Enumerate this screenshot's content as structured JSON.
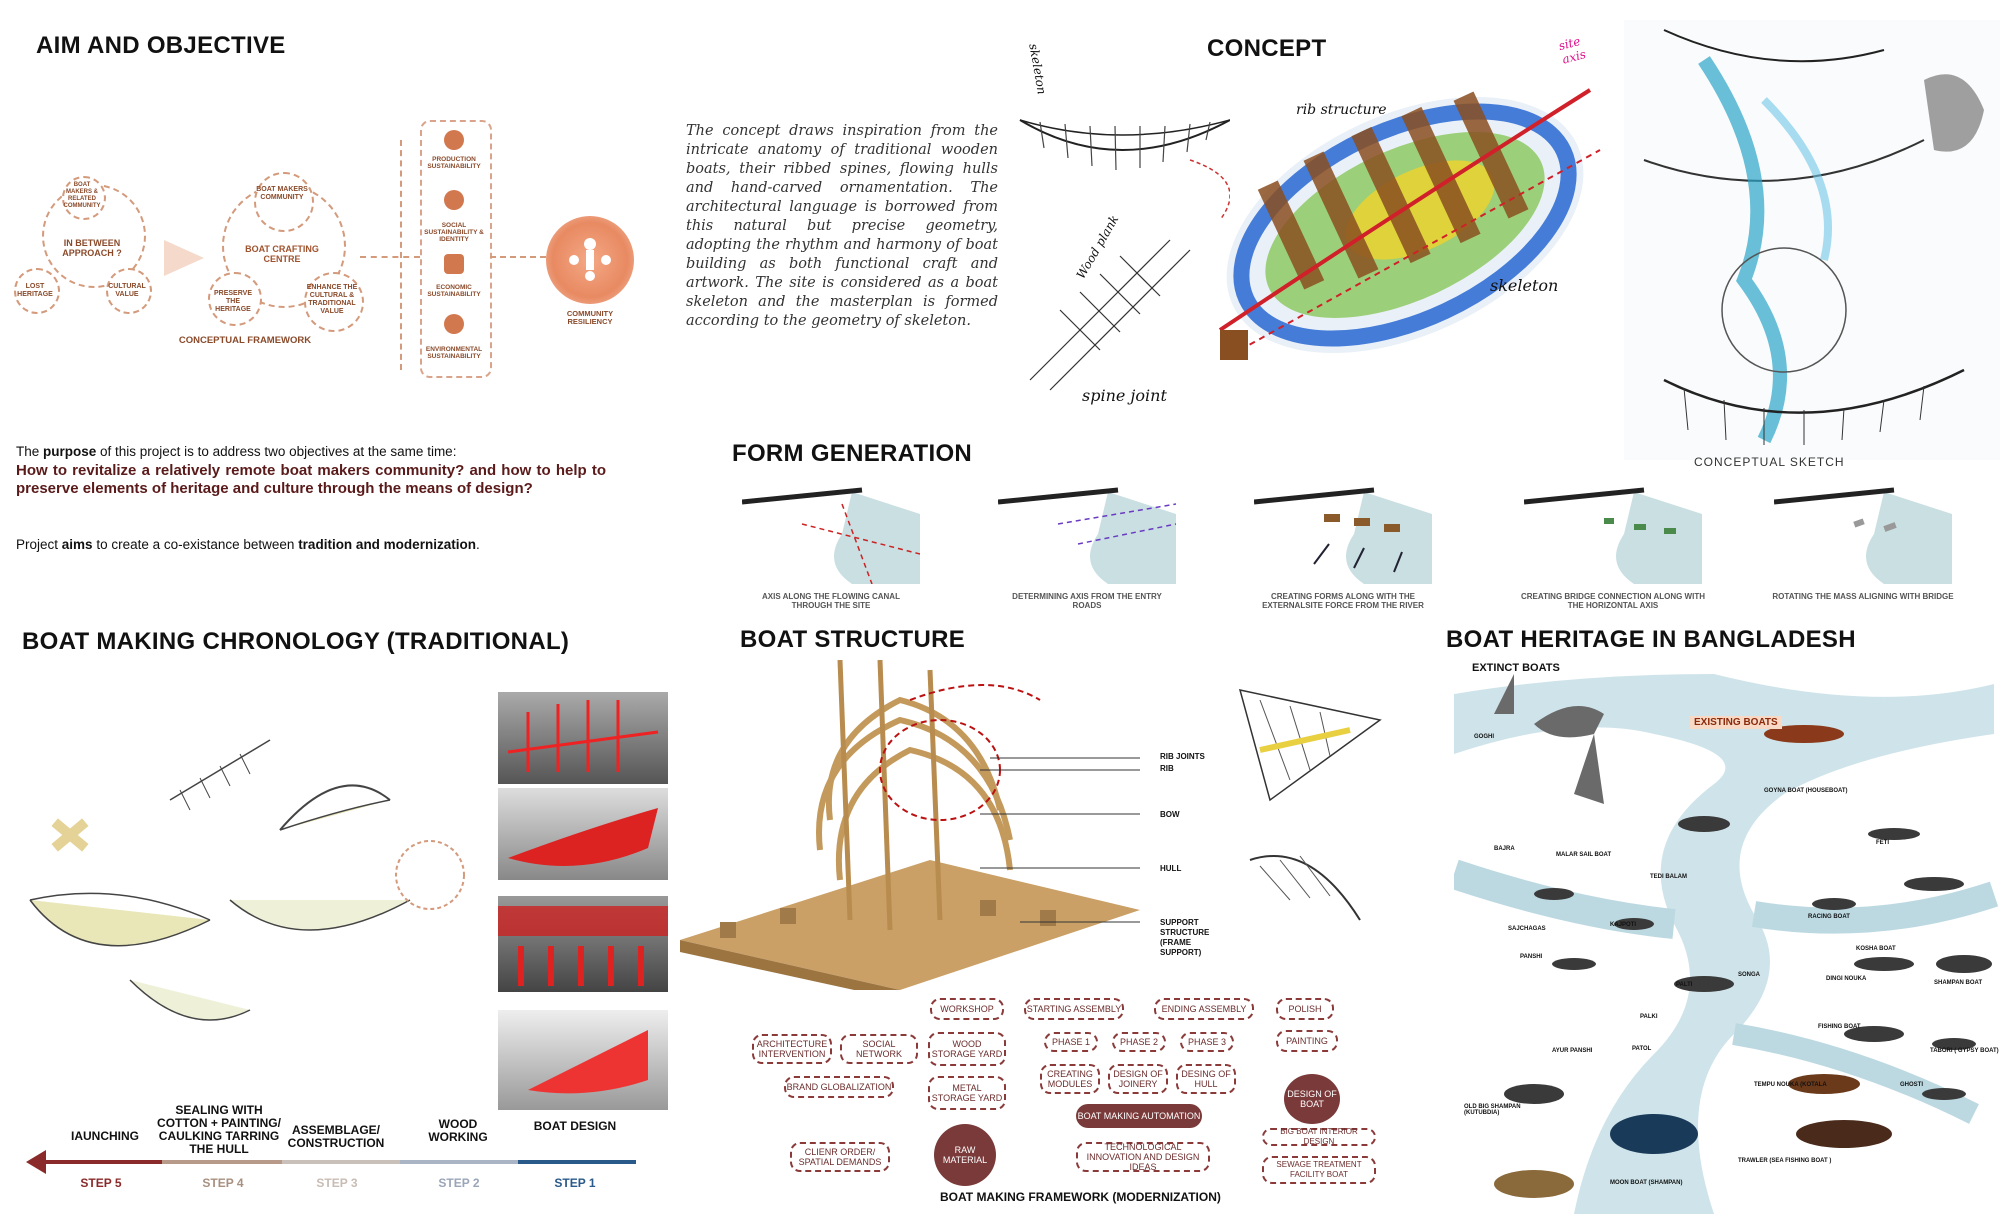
{
  "aim": {
    "title": "AIM AND OBJECTIVE",
    "framework_label": "CONCEPTUAL FRAMEWORK",
    "circle1": {
      "top": "BOAT MAKERS & RELATED COMMUNITY",
      "center": "IN BETWEEN APPROACH ?",
      "left": "LOST HERITAGE",
      "right": "CULTURAL VALUE"
    },
    "circle2": {
      "top": "BOAT MAKERS COMMUNITY",
      "center": "BOAT CRAFTING CENTRE",
      "left": "PRESERVE THE HERITAGE",
      "right": "ENHANCE THE CULTURAL & TRADITIONAL VALUE"
    },
    "goals": [
      "PRODUCTION SUSTAINABILITY",
      "SOCIAL SUSTAINABILITY & IDENTITY",
      "ECONOMIC SUSTAINABILITY",
      "ENVIRONMENTAL SUSTAINABILITY"
    ],
    "resiliency": "COMMUNITY RESILIENCY",
    "purpose_pre": "The ",
    "purpose_bold": "purpose",
    "purpose_post": " of this project is to address two objectives at the same time:",
    "question": "How to revitalize a relatively remote boat makers community? and how to help to preserve elements of heritage and culture through the means of design?",
    "aims_pre": "Project ",
    "aims_bold": "aims",
    "aims_mid": " to create a co-existance between ",
    "aims_bold2": "tradition and modernization",
    "aims_end": "."
  },
  "concept": {
    "title": "CONCEPT",
    "text": "The concept draws inspiration from the intricate anatomy of traditional wooden boats, their ribbed spines, flowing hulls and hand-carved ornamentation. The architectural language is borrowed from this natural but precise geometry, adopting the rhythm and harmony of boat building as both functional craft and artwork. The site is considered as a boat skeleton and the masterplan is formed according to the geometry of skeleton.",
    "sketch_labels": {
      "skeleton": "skeleton",
      "rib": "rib structure",
      "spine": "spine joint",
      "skeleton2": "skeleton",
      "wood_plank": "Wood plank",
      "site_axis": "site axis"
    },
    "sketch_caption": "CONCEPTUAL SKETCH"
  },
  "form": {
    "title": "FORM GENERATION",
    "steps": [
      "AXIS ALONG THE FLOWING CANAL THROUGH THE SITE",
      "DETERMINING AXIS FROM THE ENTRY ROADS",
      "CREATING FORMS ALONG WITH THE EXTERNALSITE FORCE FROM THE RIVER",
      "CREATING BRIDGE CONNECTION ALONG WITH THE HORIZONTAL AXIS",
      "ROTATING THE MASS ALIGNING WITH BRIDGE"
    ]
  },
  "chronology": {
    "title": "BOAT MAKING CHRONOLOGY (TRADITIONAL)",
    "steps": [
      {
        "label": "IAUNCHING",
        "num": "STEP 5"
      },
      {
        "label": "SEALING WITH COTTON + PAINTING/ CAULKING TARRING THE HULL",
        "num": "STEP 4"
      },
      {
        "label": "ASSEMBLAGE/ CONSTRUCTION",
        "num": "STEP 3"
      },
      {
        "label": "WOOD WORKING",
        "num": "STEP 2"
      },
      {
        "label": "BOAT DESIGN",
        "num": "STEP 1"
      }
    ],
    "colors": {
      "step5": "#8a2a2a",
      "step4": "#b89a8a",
      "step3": "#c9c0ba",
      "step2": "#a9b4c4",
      "step1": "#2a5a8a"
    }
  },
  "structure": {
    "title": "BOAT STRUCTURE",
    "labels": [
      "RIB JOINTS",
      "RIB",
      "BOW",
      "HULL",
      "SUPPORT STRUCTURE (FRAME SUPPORT)"
    ],
    "framework_title": "BOAT MAKING FRAMEWORK (MODERNIZATION)",
    "fw": {
      "workshop": "WORKSHOP",
      "starting": "STARTING ASSEMBLY",
      "ending": "ENDING ASSEMBLY",
      "polish": "POLISH",
      "arch": "ARCHITECTURE INTERVENTION",
      "social": "SOCIAL NETWORK",
      "wood": "WOOD STORAGE YARD",
      "p1": "PHASE 1",
      "p2": "PHASE 2",
      "p3": "PHASE 3",
      "painting": "PAINTING",
      "brand": "BRAND GLOBALIZATION",
      "metal": "METAL STORAGE YARD",
      "modules": "CREATING MODULES",
      "joinery": "DESIGN OF JOINERY",
      "hull": "DESING OF HULL",
      "design_boat": "DESIGN OF BOAT",
      "automation": "BOAT MAKING AUTOMATION",
      "interior": "BIG BOAT INTERIOR DESIGN",
      "client": "CLIENR ORDER/ SPATIAL DEMANDS",
      "raw": "RAW MATERIAL",
      "tech": "TECHNOLOGICAL INNOVATION AND DESIGN IDEAS",
      "sewage": "SEWAGE TREATMENT FACILITY BOAT"
    }
  },
  "heritage": {
    "title": "BOAT HERITAGE IN BANGLADESH",
    "extinct": "EXTINCT BOATS",
    "existing": "EXISTING BOATS",
    "boats": [
      "GOGHI",
      "BAJRA",
      "MALAR SAIL BOAT",
      "GOYNA BOAT (HOUSEBOAT)",
      "FETI",
      "TEDI BALAM",
      "SAJCHAGAS",
      "KAJPOTI",
      "RACING BOAT",
      "PANSHI",
      "KOSHA BOAT",
      "PALKI",
      "PALTI",
      "DINGI NOUKA",
      "SHAMPAN BOAT",
      "SONGA",
      "PATOL",
      "AYUR PANSHI",
      "FISHING BOAT",
      "TABORI ( GYPSY BOAT)",
      "GHOSTI",
      "TEMPU NOUKA (KOTALA",
      "OLD BIG SHAMPAN (KUTUBDIA)",
      "TRAWLER (SEA FISHING BOAT )",
      "MOON BOAT (SHAMPAN)"
    ]
  }
}
